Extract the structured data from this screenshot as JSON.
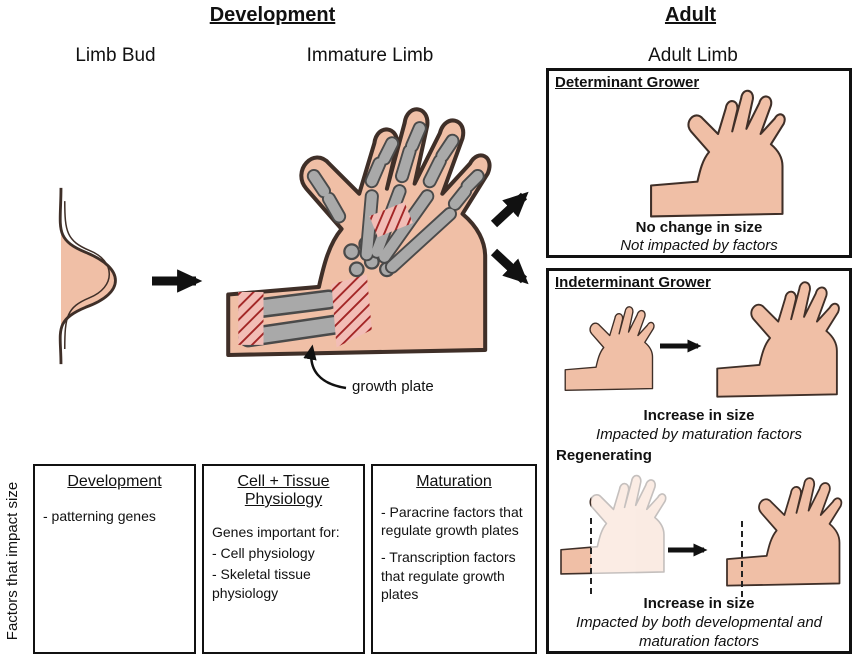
{
  "headers": {
    "development": "Development",
    "adult": "Adult"
  },
  "stage_labels": {
    "limb_bud": "Limb Bud",
    "immature_limb": "Immature Limb",
    "adult_limb": "Adult Limb"
  },
  "annotations": {
    "growth_plate": "growth plate"
  },
  "determinant": {
    "title": "Determinant Grower",
    "result": "No change in size",
    "note": "Not impacted by factors"
  },
  "indeterminant": {
    "title": "Indeterminant Grower",
    "growth_result": "Increase in size",
    "growth_note": "Impacted by maturation factors",
    "regenerating_label": "Regenerating",
    "regen_result": "Increase in size",
    "regen_note": "Impacted by both developmental and maturation factors"
  },
  "factors": {
    "axis_label": "Factors that impact size",
    "boxes": [
      {
        "title": "Development",
        "lines": [
          "- patterning genes"
        ]
      },
      {
        "title": "Cell + Tissue Physiology",
        "intro": "Genes important for:",
        "lines": [
          "- Cell physiology",
          "- Skeletal tissue physiology"
        ]
      },
      {
        "title": "Maturation",
        "lines": [
          "- Paracrine factors that regulate growth plates",
          "- Transcription factors that regulate growth plates"
        ]
      }
    ]
  },
  "colors": {
    "skin": "#f0bfa6",
    "outline": "#3f2f28",
    "bone": "#a9a9a9",
    "bone_outline": "#4a4a4a",
    "growth_plate_red": "#a32626",
    "hatch_bg": "#f2bdb6",
    "arrow": "#111111"
  }
}
